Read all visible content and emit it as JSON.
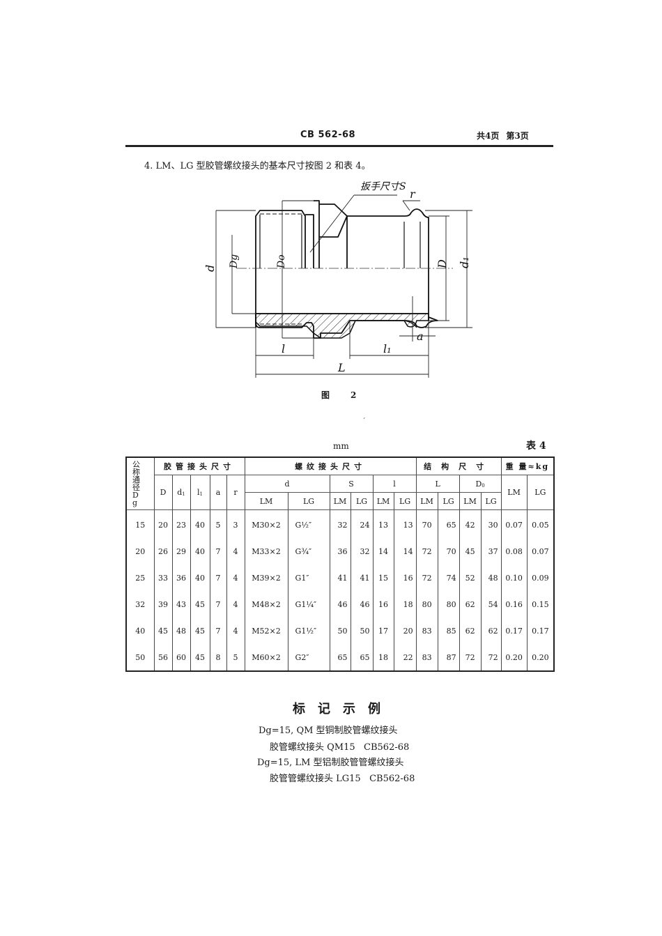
{
  "header": {
    "code": "CB 562-68",
    "total_pages": "共4页",
    "current_page": "第3页"
  },
  "clause": "4.  LM、LG 型胶管螺纹接头的基本尺寸按图 2 和表 4。",
  "figure": {
    "labels": {
      "wrench": "扳手尺寸S",
      "r": "r",
      "d": "d",
      "dg": "Dg",
      "d0": "Do",
      "D": "D",
      "d1": "d₁",
      "a": "a",
      "l": "l",
      "l1": "l₁",
      "L": "L"
    },
    "caption_prefix": "图",
    "caption_number": "2"
  },
  "stray_mark": "ˊ",
  "table": {
    "unit": "mm",
    "number": "表 4",
    "groups": {
      "dg": "公称通径Dg",
      "hose": "胶管接头尺寸",
      "thread": "螺纹接头尺寸",
      "struct": "结构尺寸",
      "weight": "重 量≈kg"
    },
    "subheaders": {
      "D": "D",
      "d1": "d",
      "d1_sub": "1",
      "l1": "l",
      "l1_sub": "1",
      "a": "a",
      "r": "r",
      "d": "d",
      "S": "S",
      "l": "l",
      "L": "L",
      "D0": "D",
      "D0_sub": "0",
      "LM": "LM",
      "LG": "LG"
    },
    "rows": [
      {
        "dg": "15",
        "D": "20",
        "d1": "23",
        "l1": "40",
        "a": "5",
        "r": "3",
        "d_LM": "M30×2",
        "d_LG": "G½″",
        "S_LM": "32",
        "S_LG": "24",
        "l_LM": "13",
        "l_LG": "13",
        "L_LM": "70",
        "L_LG": "65",
        "D0_LM": "42",
        "D0_LG": "30",
        "w_LM": "0.07",
        "w_LG": "0.05"
      },
      {
        "dg": "20",
        "D": "26",
        "d1": "29",
        "l1": "40",
        "a": "7",
        "r": "4",
        "d_LM": "M33×2",
        "d_LG": "G¾″",
        "S_LM": "36",
        "S_LG": "32",
        "l_LM": "14",
        "l_LG": "14",
        "L_LM": "72",
        "L_LG": "70",
        "D0_LM": "45",
        "D0_LG": "37",
        "w_LM": "0.08",
        "w_LG": "0.07"
      },
      {
        "dg": "25",
        "D": "33",
        "d1": "36",
        "l1": "40",
        "a": "7",
        "r": "4",
        "d_LM": "M39×2",
        "d_LG": "G1″",
        "S_LM": "41",
        "S_LG": "41",
        "l_LM": "15",
        "l_LG": "16",
        "L_LM": "72",
        "L_LG": "74",
        "D0_LM": "52",
        "D0_LG": "48",
        "w_LM": "0.10",
        "w_LG": "0.09"
      },
      {
        "dg": "32",
        "D": "39",
        "d1": "43",
        "l1": "45",
        "a": "7",
        "r": "4",
        "d_LM": "M48×2",
        "d_LG": "G1¼″",
        "S_LM": "46",
        "S_LG": "46",
        "l_LM": "16",
        "l_LG": "18",
        "L_LM": "80",
        "L_LG": "80",
        "D0_LM": "62",
        "D0_LG": "54",
        "w_LM": "0.16",
        "w_LG": "0.15"
      },
      {
        "dg": "40",
        "D": "45",
        "d1": "48",
        "l1": "45",
        "a": "7",
        "r": "4",
        "d_LM": "M52×2",
        "d_LG": "G1½″",
        "S_LM": "50",
        "S_LG": "50",
        "l_LM": "17",
        "l_LG": "20",
        "L_LM": "83",
        "L_LG": "85",
        "D0_LM": "62",
        "D0_LG": "62",
        "w_LM": "0.17",
        "w_LG": "0.17"
      },
      {
        "dg": "50",
        "D": "56",
        "d1": "60",
        "l1": "45",
        "a": "8",
        "r": "5",
        "d_LM": "M60×2",
        "d_LG": "G2″",
        "S_LM": "65",
        "S_LG": "65",
        "l_LM": "18",
        "l_LG": "22",
        "L_LM": "83",
        "L_LG": "87",
        "D0_LM": "72",
        "D0_LG": "72",
        "w_LM": "0.20",
        "w_LG": "0.20"
      }
    ]
  },
  "example": {
    "title": "标记示例",
    "lines": [
      "Dg=15, QM 型铜制胶管螺纹接头",
      "胶管螺纹接头 QM15   CB562-68",
      "Dg=15, LM 型铝制胶管管螺纹接头",
      "胶管管螺纹接头 LG15   CB562-68"
    ]
  }
}
